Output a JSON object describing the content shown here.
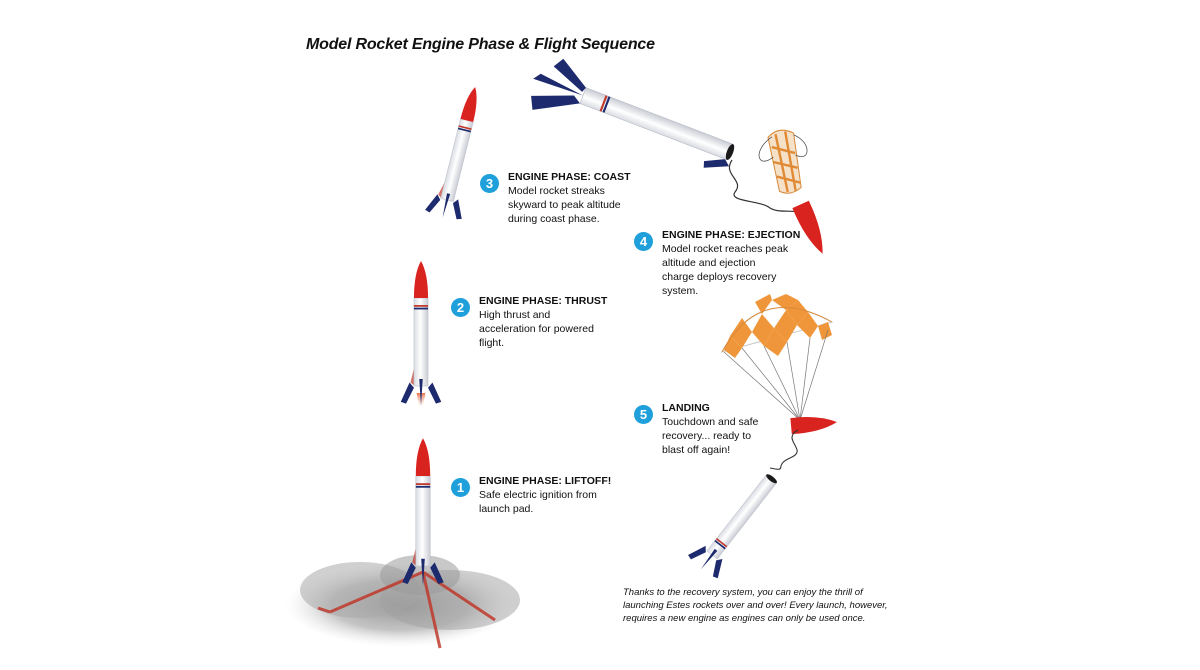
{
  "title": "Model Rocket Engine Phase & Flight Sequence",
  "steps": [
    {
      "number": "1",
      "heading": "ENGINE PHASE: LIFTOFF!",
      "text": "Safe electric ignition from launch pad."
    },
    {
      "number": "2",
      "heading": "ENGINE PHASE: THRUST",
      "text": "High thrust and acceleration for powered flight."
    },
    {
      "number": "3",
      "heading": "ENGINE PHASE: COAST",
      "text": "Model rocket streaks skyward to peak altitude during coast phase."
    },
    {
      "number": "4",
      "heading": "ENGINE PHASE: EJECTION",
      "text": "Model rocket reaches peak altitude and ejection charge deploys recovery system."
    },
    {
      "number": "5",
      "heading": "LANDING",
      "text": "Touchdown and safe recovery... ready to blast off again!"
    }
  ],
  "footnote": "Thanks to the recovery system, you can enjoy the thrill of launching Estes rockets over and over! Every launch, however, requires a new engine as engines can only be used once.",
  "colors": {
    "badge": "#1fa0da",
    "nose": "#d9231e",
    "fin": "#1e2a6e",
    "stripe": "#c0392b",
    "parachute_orange": "#f0963a",
    "smoke": "#9a9a9a"
  }
}
